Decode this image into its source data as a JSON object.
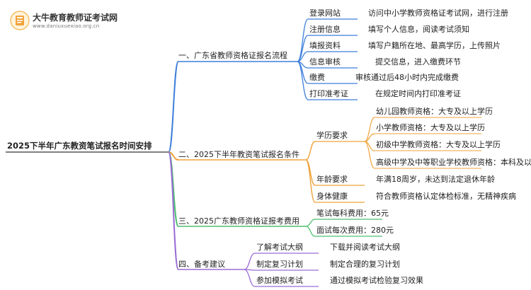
{
  "brand": {
    "title": "大牛教育教师证考试网",
    "url": "www.daniuxuexiao.org.cn"
  },
  "colors": {
    "blue": "#3d7fdc",
    "orange": "#f0a23a",
    "green": "#4fbf70",
    "purple": "#9a6cd4"
  },
  "root": "2025下半年广东教资笔试报名时间安排",
  "branches": [
    {
      "title": "一、广东省教师资格证报名流程",
      "children": [
        {
          "label": "登录网站",
          "detail": "访问中小学教师资格证考试网，进行注册"
        },
        {
          "label": "注册信息",
          "detail": "填写个人信息，阅读考试须知"
        },
        {
          "label": "填报资料",
          "detail": "填写户籍所在地、最高学历，上传照片"
        },
        {
          "label": "信息审核",
          "detail": "提交信息，进入缴费环节"
        },
        {
          "label": "缴费",
          "detail": "审核通过后48小时内完成缴费"
        },
        {
          "label": "打印准考证",
          "detail": "在规定时间内打印准考证"
        }
      ]
    },
    {
      "title": "二、2025下半年教资笔试报名条件",
      "children": [
        {
          "label": "学历要求",
          "items": [
            "幼儿园教师资格：大专及以上学历",
            "小学教师资格：大专及以上学历",
            "初级中学教师资格：大专及以上学历",
            "高级中学及中等职业学校教师资格：本科及以上学历"
          ]
        },
        {
          "label": "年龄要求",
          "detail": "年满18周岁，未达到法定退休年龄"
        },
        {
          "label": "身体健康",
          "detail": "符合教师资格认定体检标准，无精神疾病"
        }
      ]
    },
    {
      "title": "三、2025广东教师资格证报考费用",
      "children": [
        {
          "label": "笔试每科费用：65元"
        },
        {
          "label": "面试每次费用：280元"
        }
      ]
    },
    {
      "title": "四、备考建议",
      "children": [
        {
          "label": "了解考试大纲",
          "detail": "下载并阅读考试大纲"
        },
        {
          "label": "制定复习计划",
          "detail": "制定合理的复习计划"
        },
        {
          "label": "参加模拟考试",
          "detail": "通过模拟考试检验复习效果"
        }
      ]
    }
  ]
}
